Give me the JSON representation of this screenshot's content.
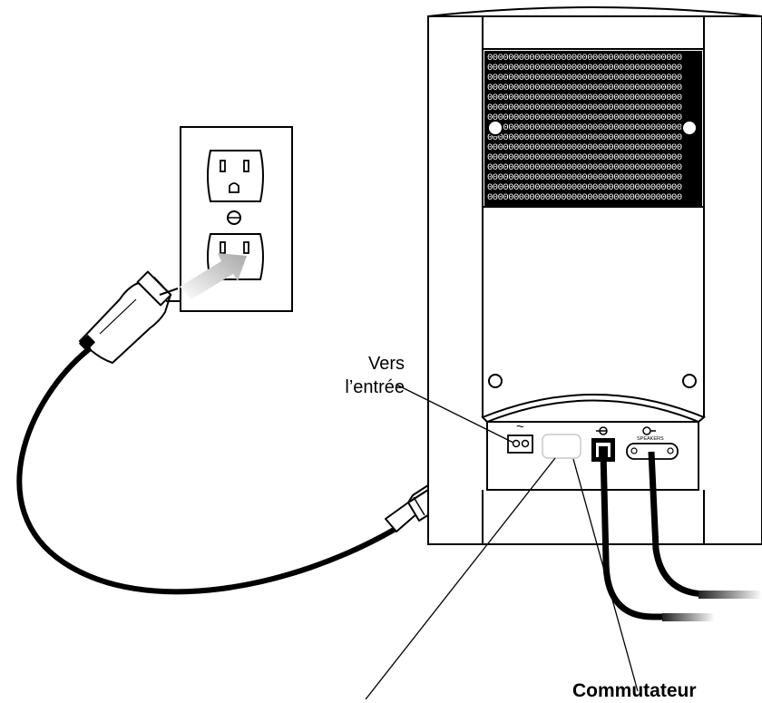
{
  "labels": {
    "power_input_line1": "Vers",
    "power_input_line2": "l’entrée",
    "switch_label": "Commutateur"
  },
  "panel": {
    "ac_symbol": "~",
    "input_icon": "input-jack-icon",
    "speakers_icon": "output-jack-icon",
    "speakers_text": "SPEAKERS"
  },
  "colors": {
    "line": "#000000",
    "arrow_fill": "#b8b8b8",
    "background": "#ffffff"
  }
}
